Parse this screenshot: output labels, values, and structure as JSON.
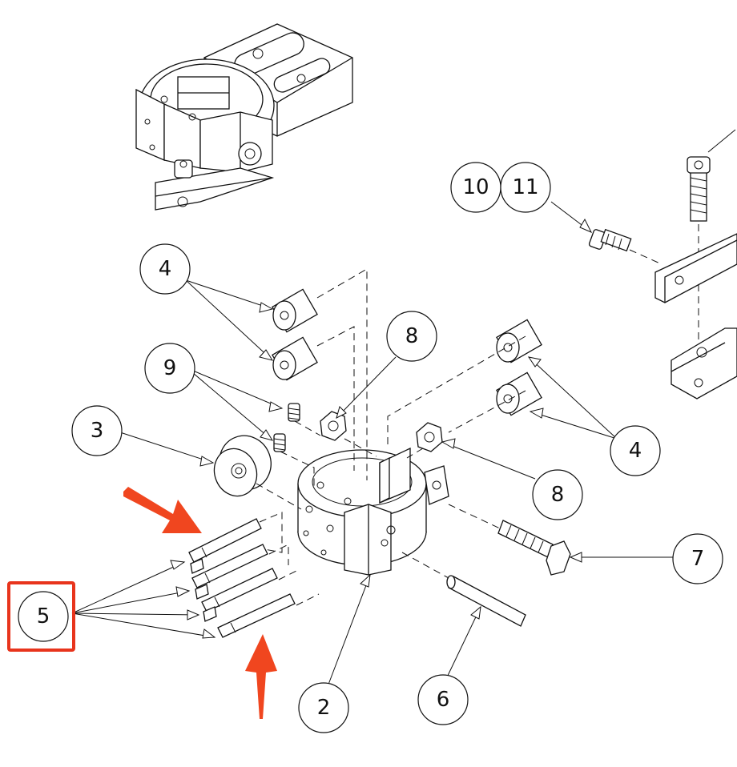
{
  "callouts": [
    {
      "id": "c4a",
      "label": "4"
    },
    {
      "id": "c9",
      "label": "9"
    },
    {
      "id": "c3",
      "label": "3"
    },
    {
      "id": "c5",
      "label": "5"
    },
    {
      "id": "c8a",
      "label": "8"
    },
    {
      "id": "c10",
      "label": "10"
    },
    {
      "id": "c11",
      "label": "11"
    },
    {
      "id": "c4b",
      "label": "4"
    },
    {
      "id": "c8b",
      "label": "8"
    },
    {
      "id": "c7",
      "label": "7"
    },
    {
      "id": "c2",
      "label": "2"
    },
    {
      "id": "c6",
      "label": "6"
    }
  ],
  "highlight": {
    "label": "5",
    "color": "#e8341c"
  },
  "arrow_color": "#f0461f"
}
